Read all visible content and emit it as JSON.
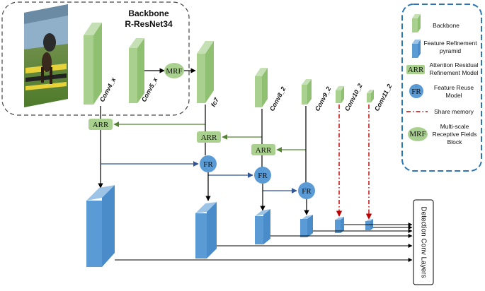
{
  "backbone": {
    "title_line1": "Backbone",
    "title_line2": "R-ResNet34"
  },
  "layers": {
    "conv4": "Conv4_x",
    "conv5": "Conv5_x",
    "fc7": "fc7",
    "conv8": "Conv8_2",
    "conv9": "Conv9_2",
    "conv10": "Conv10_2",
    "conv11": "Conv11_2"
  },
  "nodes": {
    "mrf": "MRF",
    "arr": "ARR",
    "fr": "FR"
  },
  "legend": {
    "backbone": "Backbone",
    "frp_line1": "Feature Refinement",
    "frp_line2": "pyramid",
    "arr_line1": "Attention Residual",
    "arr_line2": "Refinement Model",
    "fr_line1": "Feature Reuse",
    "fr_line2": "Model",
    "share_memory": "Share memory",
    "mrf_line1": "Multi-scale",
    "mrf_line2": "Receptive Fields",
    "mrf_line3": "Block"
  },
  "detection": {
    "label": "Detection Conv Layers"
  },
  "colors": {
    "green_front": "#a9d08e",
    "green_side": "#c5e0b4",
    "blue_front": "#5b9bd5",
    "blue_side": "#9dc3e6",
    "legend_border": "#2e75b6",
    "share_memory": "#c00000",
    "arrow_green": "#548235",
    "arrow_blue": "#2f5597"
  }
}
